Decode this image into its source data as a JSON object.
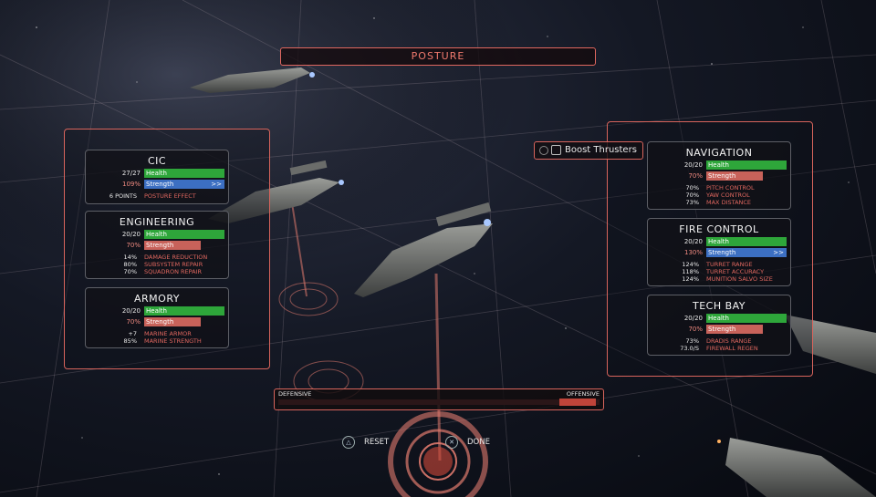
{
  "title": "POSTURE",
  "left_systems": [
    {
      "name": "CIC",
      "health_value": "27/27",
      "health_label": "Health",
      "strength_value": "109%",
      "strength_label": "Strength",
      "strength_arrows": ">>",
      "effects": [
        {
          "value": "6 POINTS",
          "label": "POSTURE EFFECT"
        }
      ]
    },
    {
      "name": "ENGINEERING",
      "health_value": "20/20",
      "health_label": "Health",
      "strength_value": "70%",
      "strength_label": "Strength",
      "strength_arrows": "",
      "effects": [
        {
          "value": "14%",
          "label": "DAMAGE REDUCTION"
        },
        {
          "value": "80%",
          "label": "SUBSYSTEM REPAIR"
        },
        {
          "value": "70%",
          "label": "SQUADRON REPAIR"
        }
      ]
    },
    {
      "name": "ARMORY",
      "health_value": "20/20",
      "health_label": "Health",
      "strength_value": "70%",
      "strength_label": "Strength",
      "strength_arrows": "",
      "effects": [
        {
          "value": "+7",
          "label": "MARINE ARMOR"
        },
        {
          "value": "85%",
          "label": "MARINE STRENGTH"
        }
      ]
    }
  ],
  "right_systems": [
    {
      "name": "NAVIGATION",
      "health_value": "20/20",
      "health_label": "Health",
      "strength_value": "70%",
      "strength_label": "Strength",
      "strength_arrows": "",
      "effects": [
        {
          "value": "70%",
          "label": "PITCH CONTROL"
        },
        {
          "value": "70%",
          "label": "YAW CONTROL"
        },
        {
          "value": "73%",
          "label": "MAX DISTANCE"
        }
      ]
    },
    {
      "name": "FIRE CONTROL",
      "health_value": "20/20",
      "health_label": "Health",
      "strength_value": "130%",
      "strength_label": "Strength",
      "strength_arrows": ">>",
      "effects": [
        {
          "value": "124%",
          "label": "TURRET RANGE"
        },
        {
          "value": "118%",
          "label": "TURRET ACCURACY"
        },
        {
          "value": "124%",
          "label": "MUNITION SALVO SIZE"
        }
      ]
    },
    {
      "name": "TECH BAY",
      "health_value": "20/20",
      "health_label": "Health",
      "strength_value": "70%",
      "strength_label": "Strength",
      "strength_arrows": "",
      "effects": [
        {
          "value": "73%",
          "label": "DRADIS RANGE"
        },
        {
          "value": "73.0/S",
          "label": "FIREWALL REGEN"
        }
      ]
    }
  ],
  "boost": {
    "label": "Boost Thrusters"
  },
  "slider": {
    "left_label": "DEFENSIVE",
    "right_label": "OFFENSIVE",
    "value_percent": 100
  },
  "buttons": {
    "reset": "RESET",
    "done": "DONE"
  },
  "colors": {
    "accent": "#d8645c",
    "health": "#2ea63a",
    "strength_low": "#c8625a",
    "strength_high": "#3c6fc2"
  }
}
